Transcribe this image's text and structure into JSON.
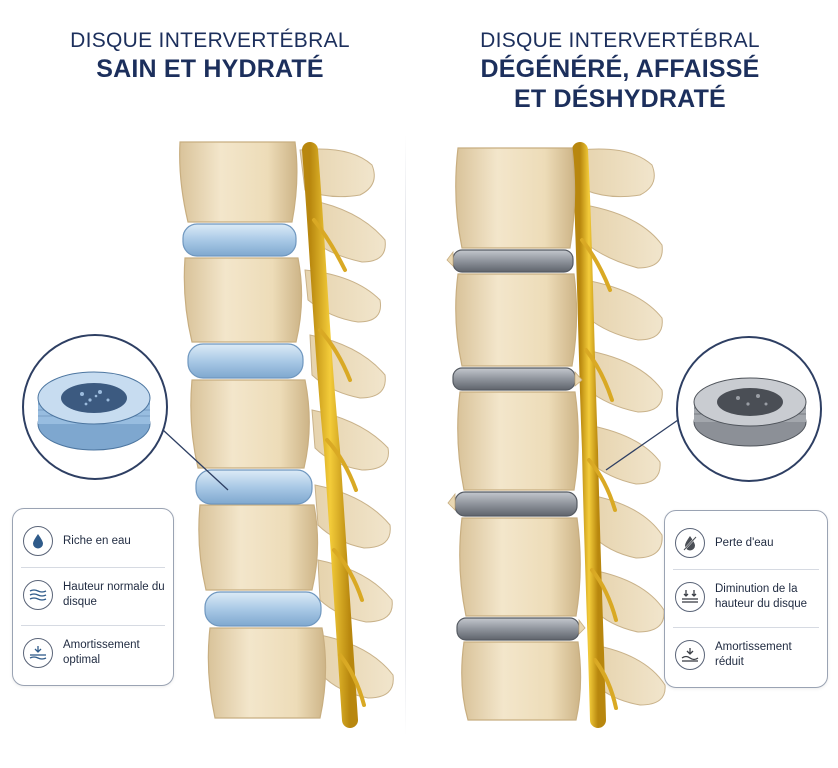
{
  "left_panel": {
    "title_line1": "DISQUE INTERVERTÉBRAL",
    "title_line2": "SAIN ET HYDRATÉ",
    "disc_color": "#a9c9e6",
    "items": [
      {
        "icon": "water-drop-icon",
        "label": "Riche en eau"
      },
      {
        "icon": "wave-height-icon",
        "label": "Hauteur normale du disque"
      },
      {
        "icon": "shock-absorb-icon",
        "label": "Amortissement optimal"
      }
    ]
  },
  "right_panel": {
    "title_line1": "DISQUE INTERVERTÉBRAL",
    "title_line2": "DÉGÉNÉRÉ, AFFAISSÉ",
    "title_line3": "ET DÉSHYDRATÉ",
    "disc_color": "#8f949c",
    "items": [
      {
        "icon": "crossed-drop-icon",
        "label": "Perte d'eau"
      },
      {
        "icon": "height-decrease-icon",
        "label": "Diminution de la hauteur du disque"
      },
      {
        "icon": "reduced-absorb-icon",
        "label": "Amortissement réduit"
      }
    ]
  },
  "colors": {
    "title": "#1c2f5c",
    "bone": "#efe0c2",
    "nerve": "#e2b52a",
    "healthy_disc": "#a9c9e6",
    "degenerated_disc": "#8f949c"
  }
}
